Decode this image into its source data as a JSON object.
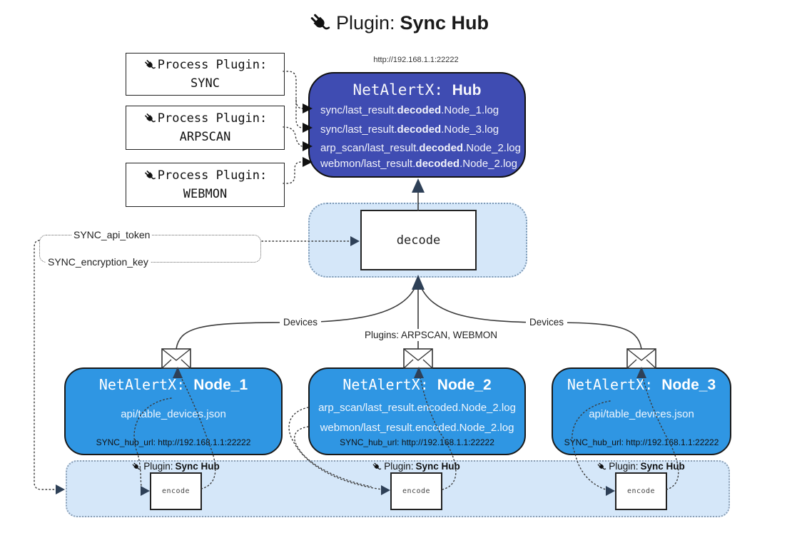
{
  "title": {
    "prefix": "Plugin: ",
    "bold": "Sync Hub"
  },
  "hub": {
    "url": "http://192.168.1.1:22222",
    "name_prefix": "NetAlertX: ",
    "name_bold": "Hub",
    "lines": [
      {
        "pre": "sync/last_result.",
        "bold": "decoded",
        "post": ".Node_1.log"
      },
      {
        "pre": "sync/last_result.",
        "bold": "decoded",
        "post": ".Node_3.log"
      },
      {
        "pre": "arp_scan/last_result.",
        "bold": "decoded",
        "post": ".Node_2.log"
      },
      {
        "pre": "webmon/last_result.",
        "bold": "decoded",
        "post": ".Node_2.log"
      }
    ]
  },
  "process_plugins": [
    {
      "label": "Process Plugin:",
      "name": "SYNC"
    },
    {
      "label": "Process Plugin:",
      "name": "ARPSCAN"
    },
    {
      "label": "Process Plugin:",
      "name": "WEBMON"
    }
  ],
  "decode": {
    "label": "decode"
  },
  "encode": {
    "label": "encode",
    "plugin_prefix": "Plugin: ",
    "plugin_bold": "Sync Hub"
  },
  "keys": {
    "api_token": "SYNC_api_token",
    "encryption_key": "SYNC_encryption_key"
  },
  "edges": {
    "devices_left": "Devices",
    "devices_right": "Devices",
    "plugins_center": "Plugins: ARPSCAN, WEBMON"
  },
  "nodes": [
    {
      "name_prefix": "NetAlertX: ",
      "name_bold": "Node_1",
      "lines": [
        "api/table_devices.json"
      ],
      "hub_url": "SYNC_hub_url: http://192.168.1.1:22222"
    },
    {
      "name_prefix": "NetAlertX: ",
      "name_bold": "Node_2",
      "lines": [
        "arp_scan/last_result.encoded.Node_2.log",
        "webmon/last_result.encoded.Node_2.log"
      ],
      "hub_url": "SYNC_hub_url: http://192.168.1.1:22222"
    },
    {
      "name_prefix": "NetAlertX: ",
      "name_bold": "Node_3",
      "lines": [
        "api/table_devices.json"
      ],
      "hub_url": "SYNC_hub_url: http://192.168.1.1:22222"
    }
  ],
  "colors": {
    "hub_fill": "#3f4cb2",
    "node_fill": "#2f96e3",
    "container_fill": "#d5e7f9",
    "edge_line": "#333333",
    "arrowhead": "#2e4057"
  }
}
